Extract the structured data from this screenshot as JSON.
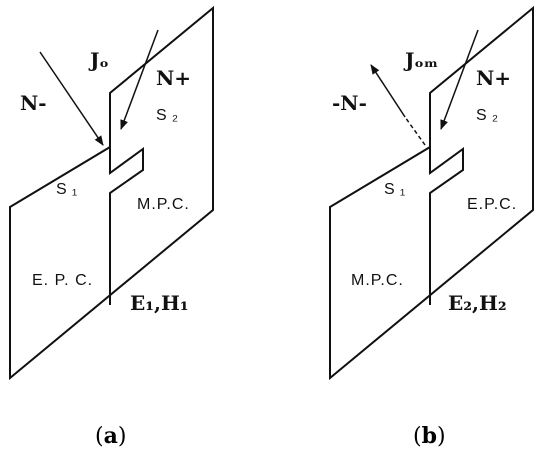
{
  "panel_a": {
    "current": "Jₒ",
    "normal_minus": "N-",
    "normal_plus": "N+",
    "region_1": "S ₁",
    "region_2": "S ₂",
    "lower_left": "E. P. C.",
    "lower_right": "M.P.C.",
    "field": "E₁,H₁",
    "caption_open": "(",
    "caption_letter": "a",
    "caption_close": ")"
  },
  "panel_b": {
    "current": "Jₒₘ",
    "normal_minus": "-N-",
    "normal_plus": "N+",
    "region_1": "S ₁",
    "region_2": "S ₂",
    "lower_left": "M.P.C.",
    "lower_right": "E.P.C.",
    "field": "E₂,H₂",
    "caption_open": "(",
    "caption_letter": "b",
    "caption_close": ")"
  }
}
